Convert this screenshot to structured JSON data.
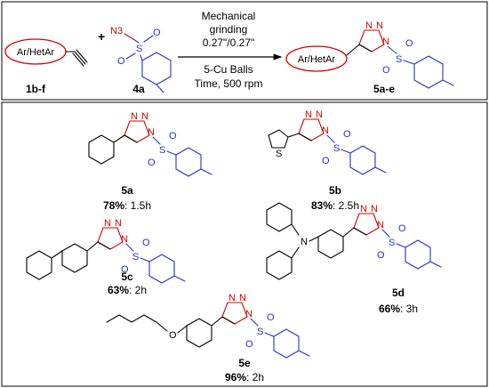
{
  "scheme": {
    "reactant1_label": "1b-f",
    "reactant1_group": "Ar/HetAr",
    "plus": "+",
    "reactant2_label": "4a",
    "reactant2_atoms": {
      "azide": "N3",
      "S": "S",
      "O": "O"
    },
    "conditions_above": [
      "Mechanical",
      "grinding",
      "0.27\"/0.27\""
    ],
    "conditions_below": [
      "5-Cu Balls",
      "Time, 500 rpm"
    ],
    "product_label": "5a-e",
    "product_group": "Ar/HetAr",
    "triazole_atoms": {
      "N": "N"
    }
  },
  "compounds": [
    {
      "id": "5a",
      "yield": "78%",
      "time": ": 1.5h"
    },
    {
      "id": "5b",
      "yield": "83%",
      "time": ": 2.5h"
    },
    {
      "id": "5c",
      "yield": "63%",
      "time": ": 2h"
    },
    {
      "id": "5d",
      "yield": "66%",
      "time": ": 3h"
    },
    {
      "id": "5e",
      "yield": "96%",
      "time": ": 2h"
    }
  ],
  "hetero_atoms": {
    "thiophene_S": "S",
    "carbazole_N": "N",
    "ether_O": "O"
  }
}
